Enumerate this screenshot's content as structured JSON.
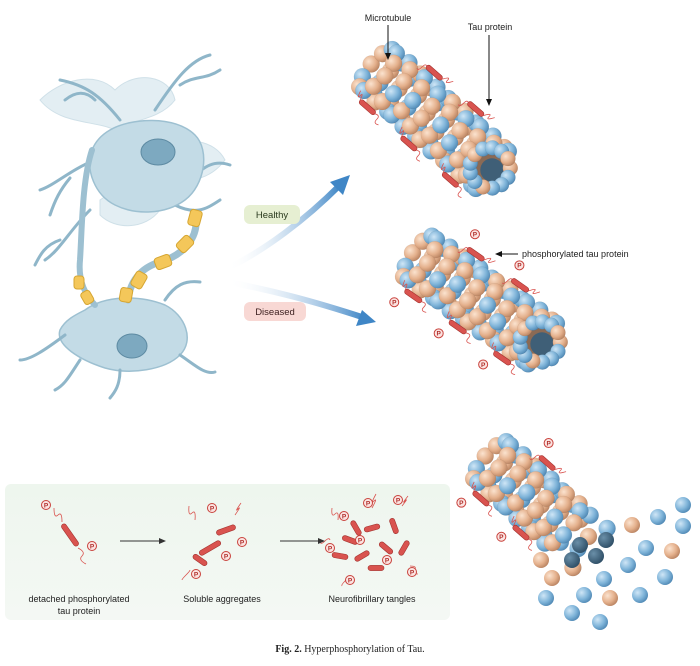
{
  "labels": {
    "microtubule": "Microtubule",
    "tau_protein": "Tau protein",
    "phosphorylated_tau": "phosphorylated tau protein",
    "healthy": "Healthy",
    "diseased": "Diseased",
    "p_marker": "P"
  },
  "stages": [
    {
      "line1": "detached phosphorylated",
      "line2": "tau protein"
    },
    {
      "line1": "Soluble aggregates",
      "line2": ""
    },
    {
      "line1": "Neurofibrillary tangles",
      "line2": ""
    }
  ],
  "caption": {
    "prefix": "Fig. 2.",
    "text": "Hyperphosphorylation of Tau."
  },
  "colors": {
    "microtubule_blue": "#7fb4d9",
    "microtubule_tan": "#e4b08c",
    "tau_red": "#d9534f",
    "neuron_fill": "#c9dfe8",
    "myelin_yellow": "#f4c75a",
    "arrow_blue": "#4a90c8",
    "healthy_bg": "#e6efd2",
    "diseased_bg": "#f8d8d4",
    "panel_bg": "#eef5ee"
  }
}
